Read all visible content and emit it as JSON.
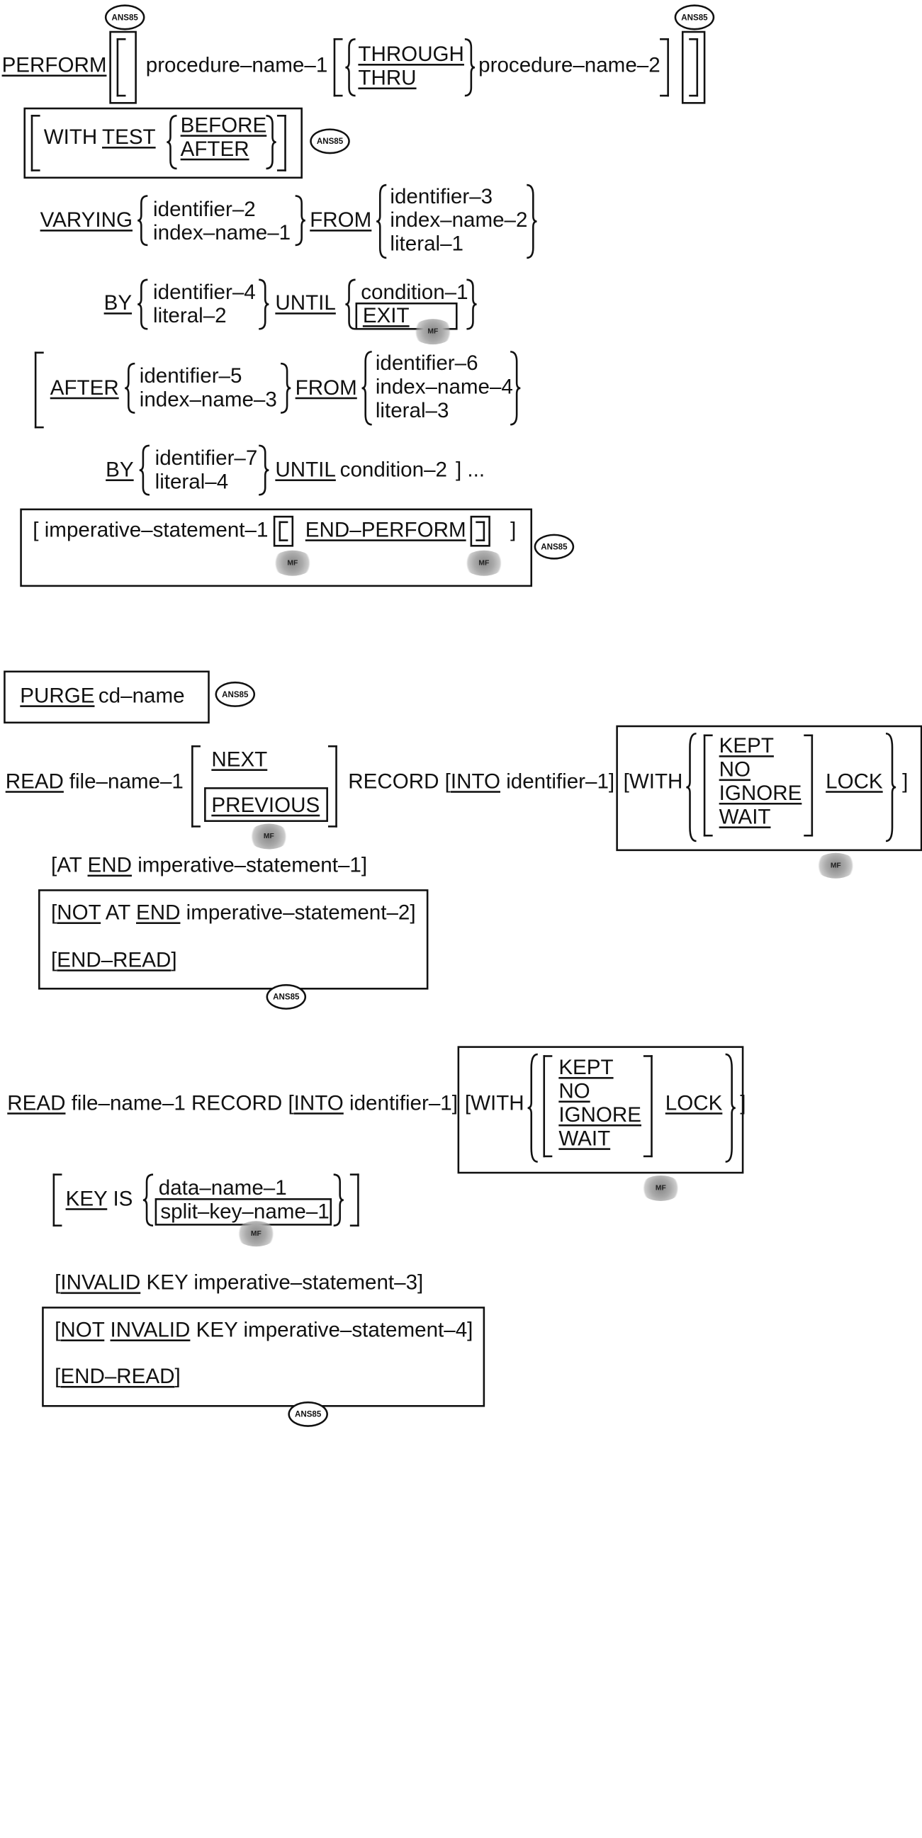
{
  "badges": {
    "ans85": "ANS85",
    "mf": "MF"
  },
  "perform": {
    "kw_perform": "PERFORM",
    "proc1": "procedure–name–1",
    "through": "THROUGH",
    "thru": "THRU",
    "proc2": "procedure–name–2",
    "with": "WITH",
    "test": "TEST",
    "before": "BEFORE",
    "after": "AFTER",
    "varying": "VARYING",
    "identifier2": "identifier–2",
    "indexname1": "index–name–1",
    "from": "FROM",
    "identifier3": "identifier–3",
    "indexname2": "index–name–2",
    "literal1": "literal–1",
    "by": "BY",
    "identifier4": "identifier–4",
    "literal2": "literal–2",
    "until": "UNTIL",
    "condition1": "condition–1",
    "exit": "EXIT",
    "after2": "AFTER",
    "identifier5": "identifier–5",
    "indexname3": "index–name–3",
    "from2": "FROM",
    "identifier6": "identifier–6",
    "indexname4": "index–name–4",
    "literal3": "literal–3",
    "by2": "BY",
    "identifier7": "identifier–7",
    "literal4": "literal–4",
    "until2": "UNTIL",
    "condition2": "condition–2",
    "close_ellipsis": "] ...",
    "imperative1": "[ imperative–statement–1",
    "end_perform": "END–PERFORM",
    "close_bracket": "]"
  },
  "purge": {
    "kw": "PURGE",
    "cdname": "cd–name"
  },
  "read1": {
    "kw": "READ",
    "filename": "file–name–1",
    "next": "NEXT",
    "previous": "PREVIOUS",
    "record": "RECORD [",
    "into": "INTO",
    "identifier": "identifier–1]",
    "with": "[WITH",
    "kept": "KEPT",
    "no": "NO",
    "ignore": "IGNORE",
    "wait": "WAIT",
    "lock": "LOCK",
    "close": "]",
    "atend_open": "[AT ",
    "atend_kw": "END",
    "atend_rest": " imperative–statement–1]",
    "notatend_open": "[",
    "not_kw": "NOT",
    "at": " AT ",
    "end_kw": "END",
    "notatend_rest": " imperative–statement–2]",
    "endread_open": "[",
    "endread": "END–READ",
    "endread_close": "]"
  },
  "read2": {
    "kw": "READ",
    "line": " file–name–1 RECORD [",
    "into": "INTO",
    "identifier": " identifier–1]",
    "with": "[WITH",
    "kept": "KEPT",
    "no": "NO",
    "ignore": "IGNORE",
    "wait": "WAIT",
    "lock": "LOCK",
    "close": "]",
    "key": "KEY",
    "is": " IS",
    "dataname": "data–name–1",
    "splitkey": "split–key–name–1",
    "invalid_open": "[",
    "invalid": "INVALID",
    "invalid_rest": " KEY imperative–statement–3]",
    "notinvalid_open": "[",
    "not": "NOT",
    "invalid2": "INVALID",
    "notinvalid_rest": " KEY imperative–statement–4]",
    "endread_open": "[",
    "endread": "END–READ",
    "endread_close": "]"
  }
}
